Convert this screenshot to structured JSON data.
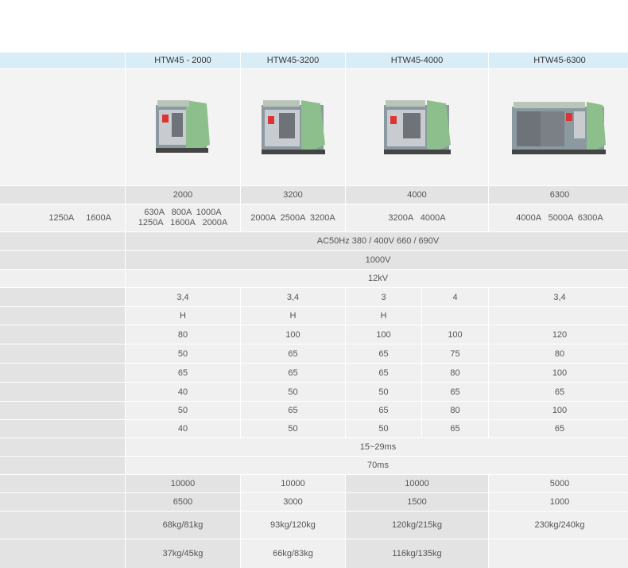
{
  "models": [
    "HTW45 - 2000",
    "HTW45-3200",
    "HTW45-4000",
    "HTW45-6300"
  ],
  "products": [
    {
      "image": "htw45-2000-breaker"
    },
    {
      "image": "htw45-3200-breaker"
    },
    {
      "image": "htw45-4000-breaker"
    },
    {
      "image": "htw45-6300-breaker"
    }
  ],
  "frame_current": [
    "2000",
    "3200",
    "4000",
    "6300"
  ],
  "rated_current": {
    "label_values": [
      "1250A",
      "1600A"
    ],
    "col1_line1": "630A   800A  1000A",
    "col1_line2": "1250A   1600A   2000A",
    "col2": "2000A  2500A  3200A",
    "col3": "3200A   4000A",
    "col4": "4000A   5000A  6300A"
  },
  "voltage": "AC50Hz 380 / 400V 660 / 690V",
  "insulation_voltage": "1000V",
  "impulse_voltage": "12kV",
  "poles": [
    "3,4",
    "3,4",
    "3",
    "4",
    "3,4"
  ],
  "breaking_type": [
    "H",
    "H",
    "H"
  ],
  "ratings": [
    [
      "80",
      "100",
      "100",
      "100",
      "120"
    ],
    [
      "50",
      "65",
      "65",
      "75",
      "80"
    ],
    [
      "65",
      "65",
      "65",
      "80",
      "100"
    ],
    [
      "40",
      "50",
      "50",
      "65",
      "65"
    ],
    [
      "50",
      "65",
      "65",
      "80",
      "100"
    ],
    [
      "40",
      "50",
      "50",
      "65",
      "65"
    ]
  ],
  "break_time": "15~29ms",
  "close_time": "70ms",
  "mechanical_life": [
    "10000",
    "10000",
    "10000",
    "5000"
  ],
  "electrical_life": [
    "6500",
    "3000",
    "1500",
    "1000"
  ],
  "weight_drawout": [
    "68kg/81kg",
    "93kg/120kg",
    "120kg/215kg",
    "230kg/240kg"
  ],
  "weight_fixed": [
    "37kg/45kg",
    "66kg/83kg",
    "116kg/135kg",
    ""
  ]
}
